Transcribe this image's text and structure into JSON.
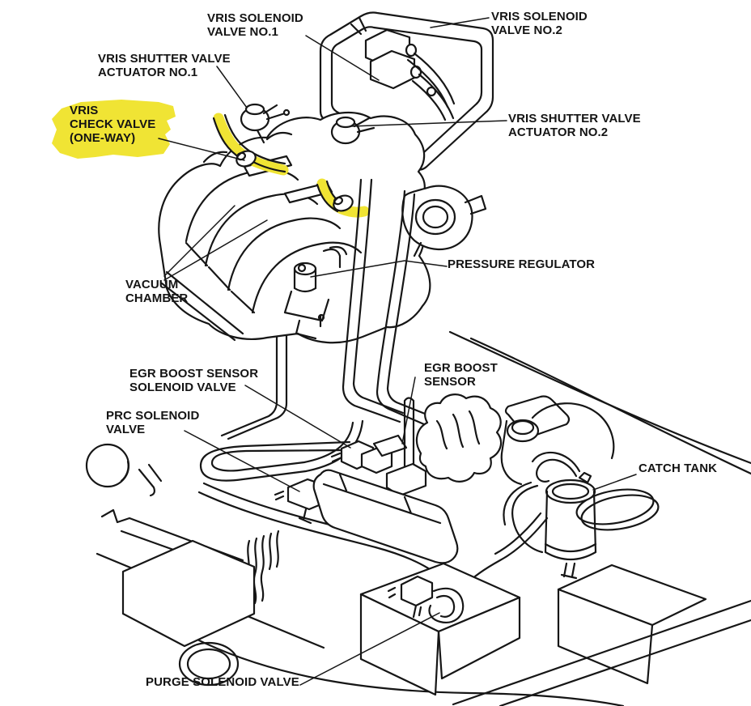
{
  "diagram": {
    "type": "engine-vacuum-hose-routing-diagram",
    "background_color": "#ffffff",
    "line_color": "#161616",
    "highlight_color": "#F0E434",
    "labels": [
      {
        "id": "vris-solenoid-valve-no1",
        "text": "VRIS SOLENOID\nVALVE NO.1",
        "highlighted": false
      },
      {
        "id": "vris-solenoid-valve-no2",
        "text": "VRIS SOLENOID\nVALVE NO.2",
        "highlighted": false
      },
      {
        "id": "vris-shutter-valve-actuator-no1",
        "text": "VRIS SHUTTER VALVE\nACTUATOR NO.1",
        "highlighted": false
      },
      {
        "id": "vris-check-valve-one-way",
        "text": "VRIS\nCHECK VALVE\n(ONE-WAY)",
        "highlighted": true
      },
      {
        "id": "vris-shutter-valve-actuator-no2",
        "text": "VRIS SHUTTER VALVE\nACTUATOR NO.2",
        "highlighted": false
      },
      {
        "id": "pressure-regulator",
        "text": "PRESSURE REGULATOR",
        "highlighted": false
      },
      {
        "id": "vacuum-chamber",
        "text": "VACUUM\nCHAMBER",
        "highlighted": false
      },
      {
        "id": "egr-boost-sensor-solenoid-valve",
        "text": "EGR BOOST SENSOR\nSOLENOID VALVE",
        "highlighted": false
      },
      {
        "id": "prc-solenoid-valve",
        "text": "PRC SOLENOID\nVALVE",
        "highlighted": false
      },
      {
        "id": "egr-boost-sensor",
        "text": "EGR BOOST\nSENSOR",
        "highlighted": false
      },
      {
        "id": "catch-tank",
        "text": "CATCH TANK",
        "highlighted": false
      },
      {
        "id": "purge-solenoid-valve",
        "text": "PURGE SOLENOID VALVE",
        "highlighted": false
      }
    ]
  }
}
